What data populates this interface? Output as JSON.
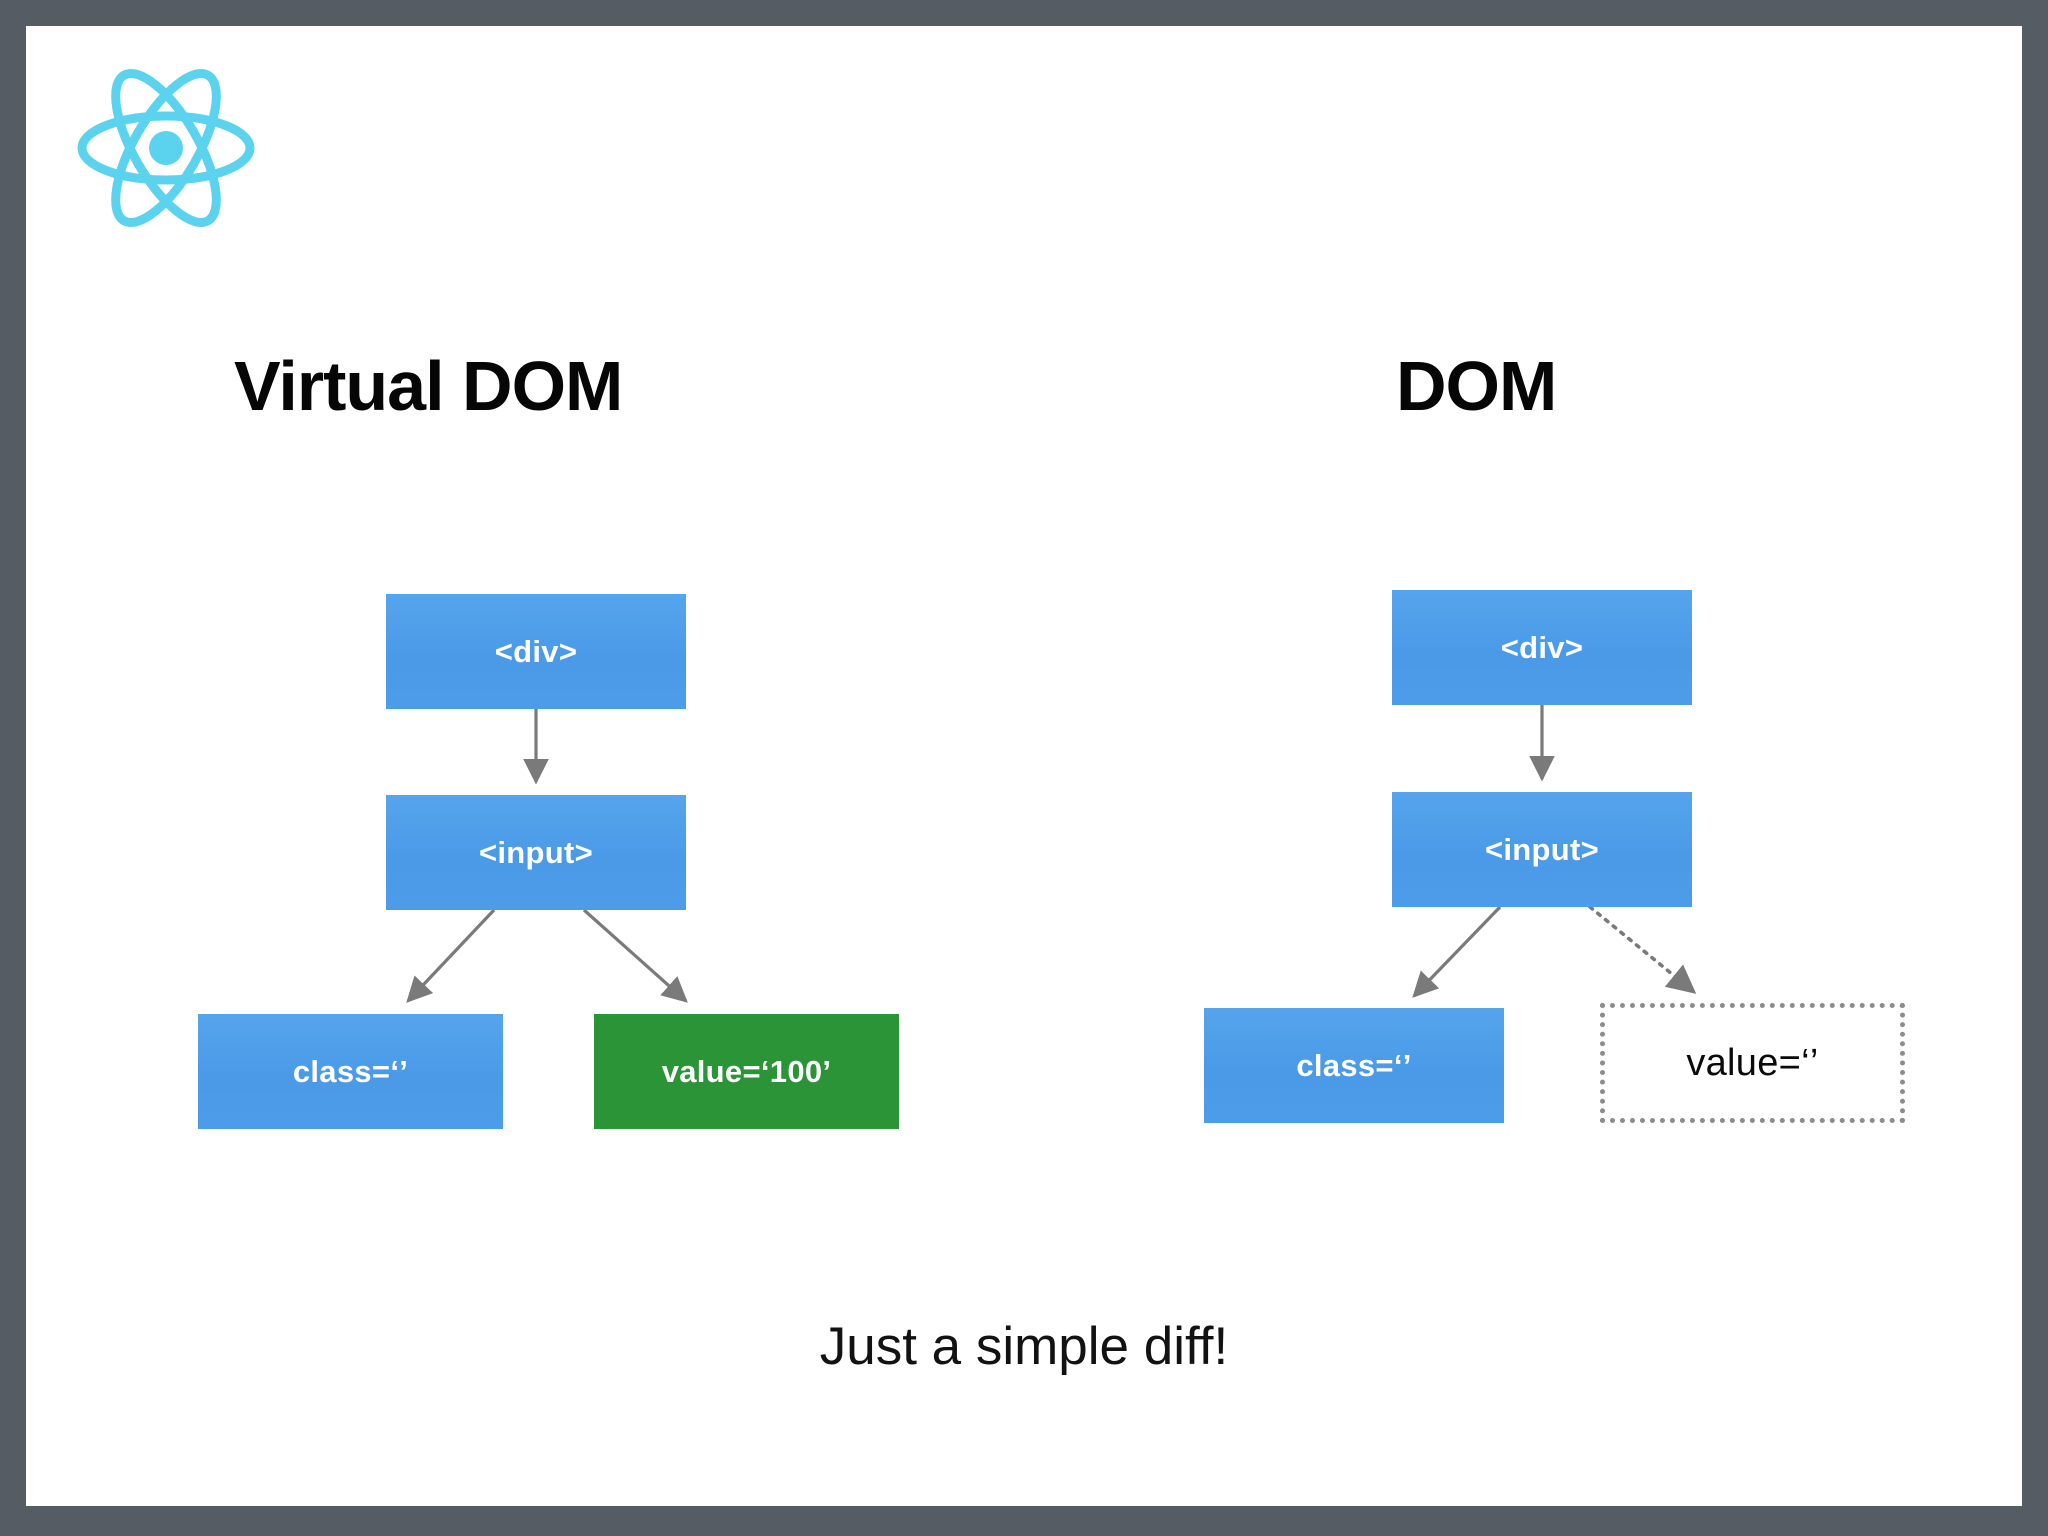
{
  "slide": {
    "background_color": "#FFFFFF",
    "frame_color": "#565C63",
    "logo": {
      "name": "react-logo",
      "color": "#5CD3EE"
    },
    "caption": "Just a simple diff!"
  },
  "columns": [
    {
      "id": "virtual-dom",
      "title": "Virtual DOM",
      "nodes": [
        {
          "id": "vdom-div",
          "label": "<div>",
          "style": "blue"
        },
        {
          "id": "vdom-input",
          "label": "<input>",
          "style": "blue"
        },
        {
          "id": "vdom-class",
          "label": "class=‘’",
          "style": "blue"
        },
        {
          "id": "vdom-value",
          "label": "value=‘100’",
          "style": "green"
        }
      ],
      "edges": [
        {
          "from": "vdom-div",
          "to": "vdom-input",
          "style": "solid"
        },
        {
          "from": "vdom-input",
          "to": "vdom-class",
          "style": "solid"
        },
        {
          "from": "vdom-input",
          "to": "vdom-value",
          "style": "solid"
        }
      ]
    },
    {
      "id": "dom",
      "title": "DOM",
      "nodes": [
        {
          "id": "dom-div",
          "label": "<div>",
          "style": "blue"
        },
        {
          "id": "dom-input",
          "label": "<input>",
          "style": "blue"
        },
        {
          "id": "dom-class",
          "label": "class=‘’",
          "style": "blue"
        },
        {
          "id": "dom-value",
          "label": "value=‘’",
          "style": "dotted"
        }
      ],
      "edges": [
        {
          "from": "dom-div",
          "to": "dom-input",
          "style": "solid"
        },
        {
          "from": "dom-input",
          "to": "dom-class",
          "style": "solid"
        },
        {
          "from": "dom-input",
          "to": "dom-value",
          "style": "dotted"
        }
      ]
    }
  ],
  "colors": {
    "node_blue": "#4A9AE8",
    "node_green": "#2A9437",
    "arrow_gray": "#7A7A7A",
    "dotted_border": "#8C8C8C",
    "text_black": "#060606",
    "text_white": "#FFFFFF"
  }
}
